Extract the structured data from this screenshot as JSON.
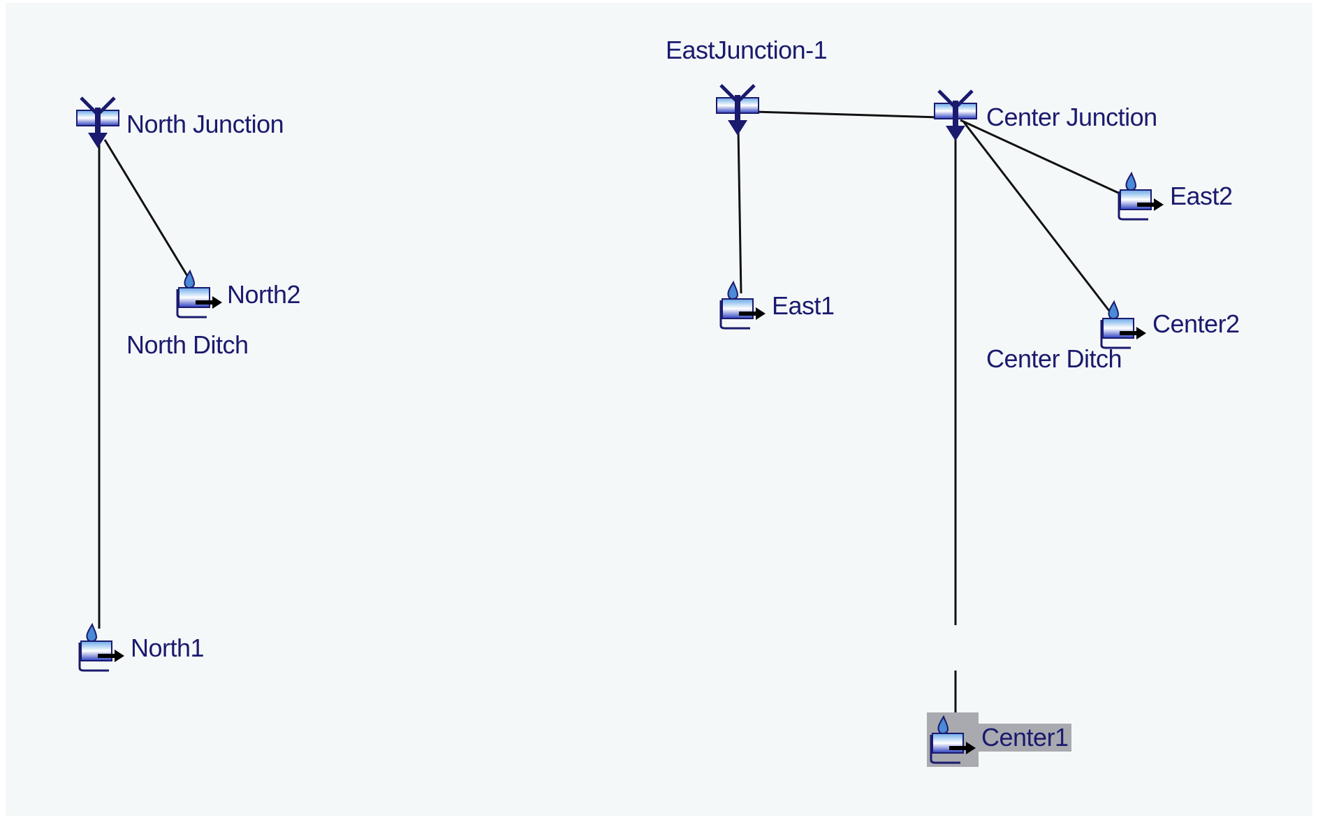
{
  "nodes": {
    "north_junction": {
      "label": "North Junction",
      "icon": "junction-icon"
    },
    "north2": {
      "label": "North2",
      "icon": "subbasin-icon"
    },
    "north1": {
      "label": "North1",
      "icon": "subbasin-icon"
    },
    "east_junction_1": {
      "label": "EastJunction-1",
      "icon": "junction-icon"
    },
    "east1": {
      "label": "East1",
      "icon": "subbasin-icon"
    },
    "center_junction": {
      "label": "Center Junction",
      "icon": "junction-icon"
    },
    "east2": {
      "label": "East2",
      "icon": "subbasin-icon"
    },
    "center2": {
      "label": "Center2",
      "icon": "subbasin-icon"
    },
    "center1": {
      "label": "Center1",
      "icon": "subbasin-icon",
      "selected": true
    }
  },
  "reaches": {
    "north_ditch": {
      "label": "North Ditch"
    },
    "center_ditch": {
      "label": "Center Ditch"
    }
  },
  "colors": {
    "background": "#f5f8f8",
    "label_text": "#1a1a6e",
    "link_line": "#111111",
    "selection": "#a9aab0"
  }
}
